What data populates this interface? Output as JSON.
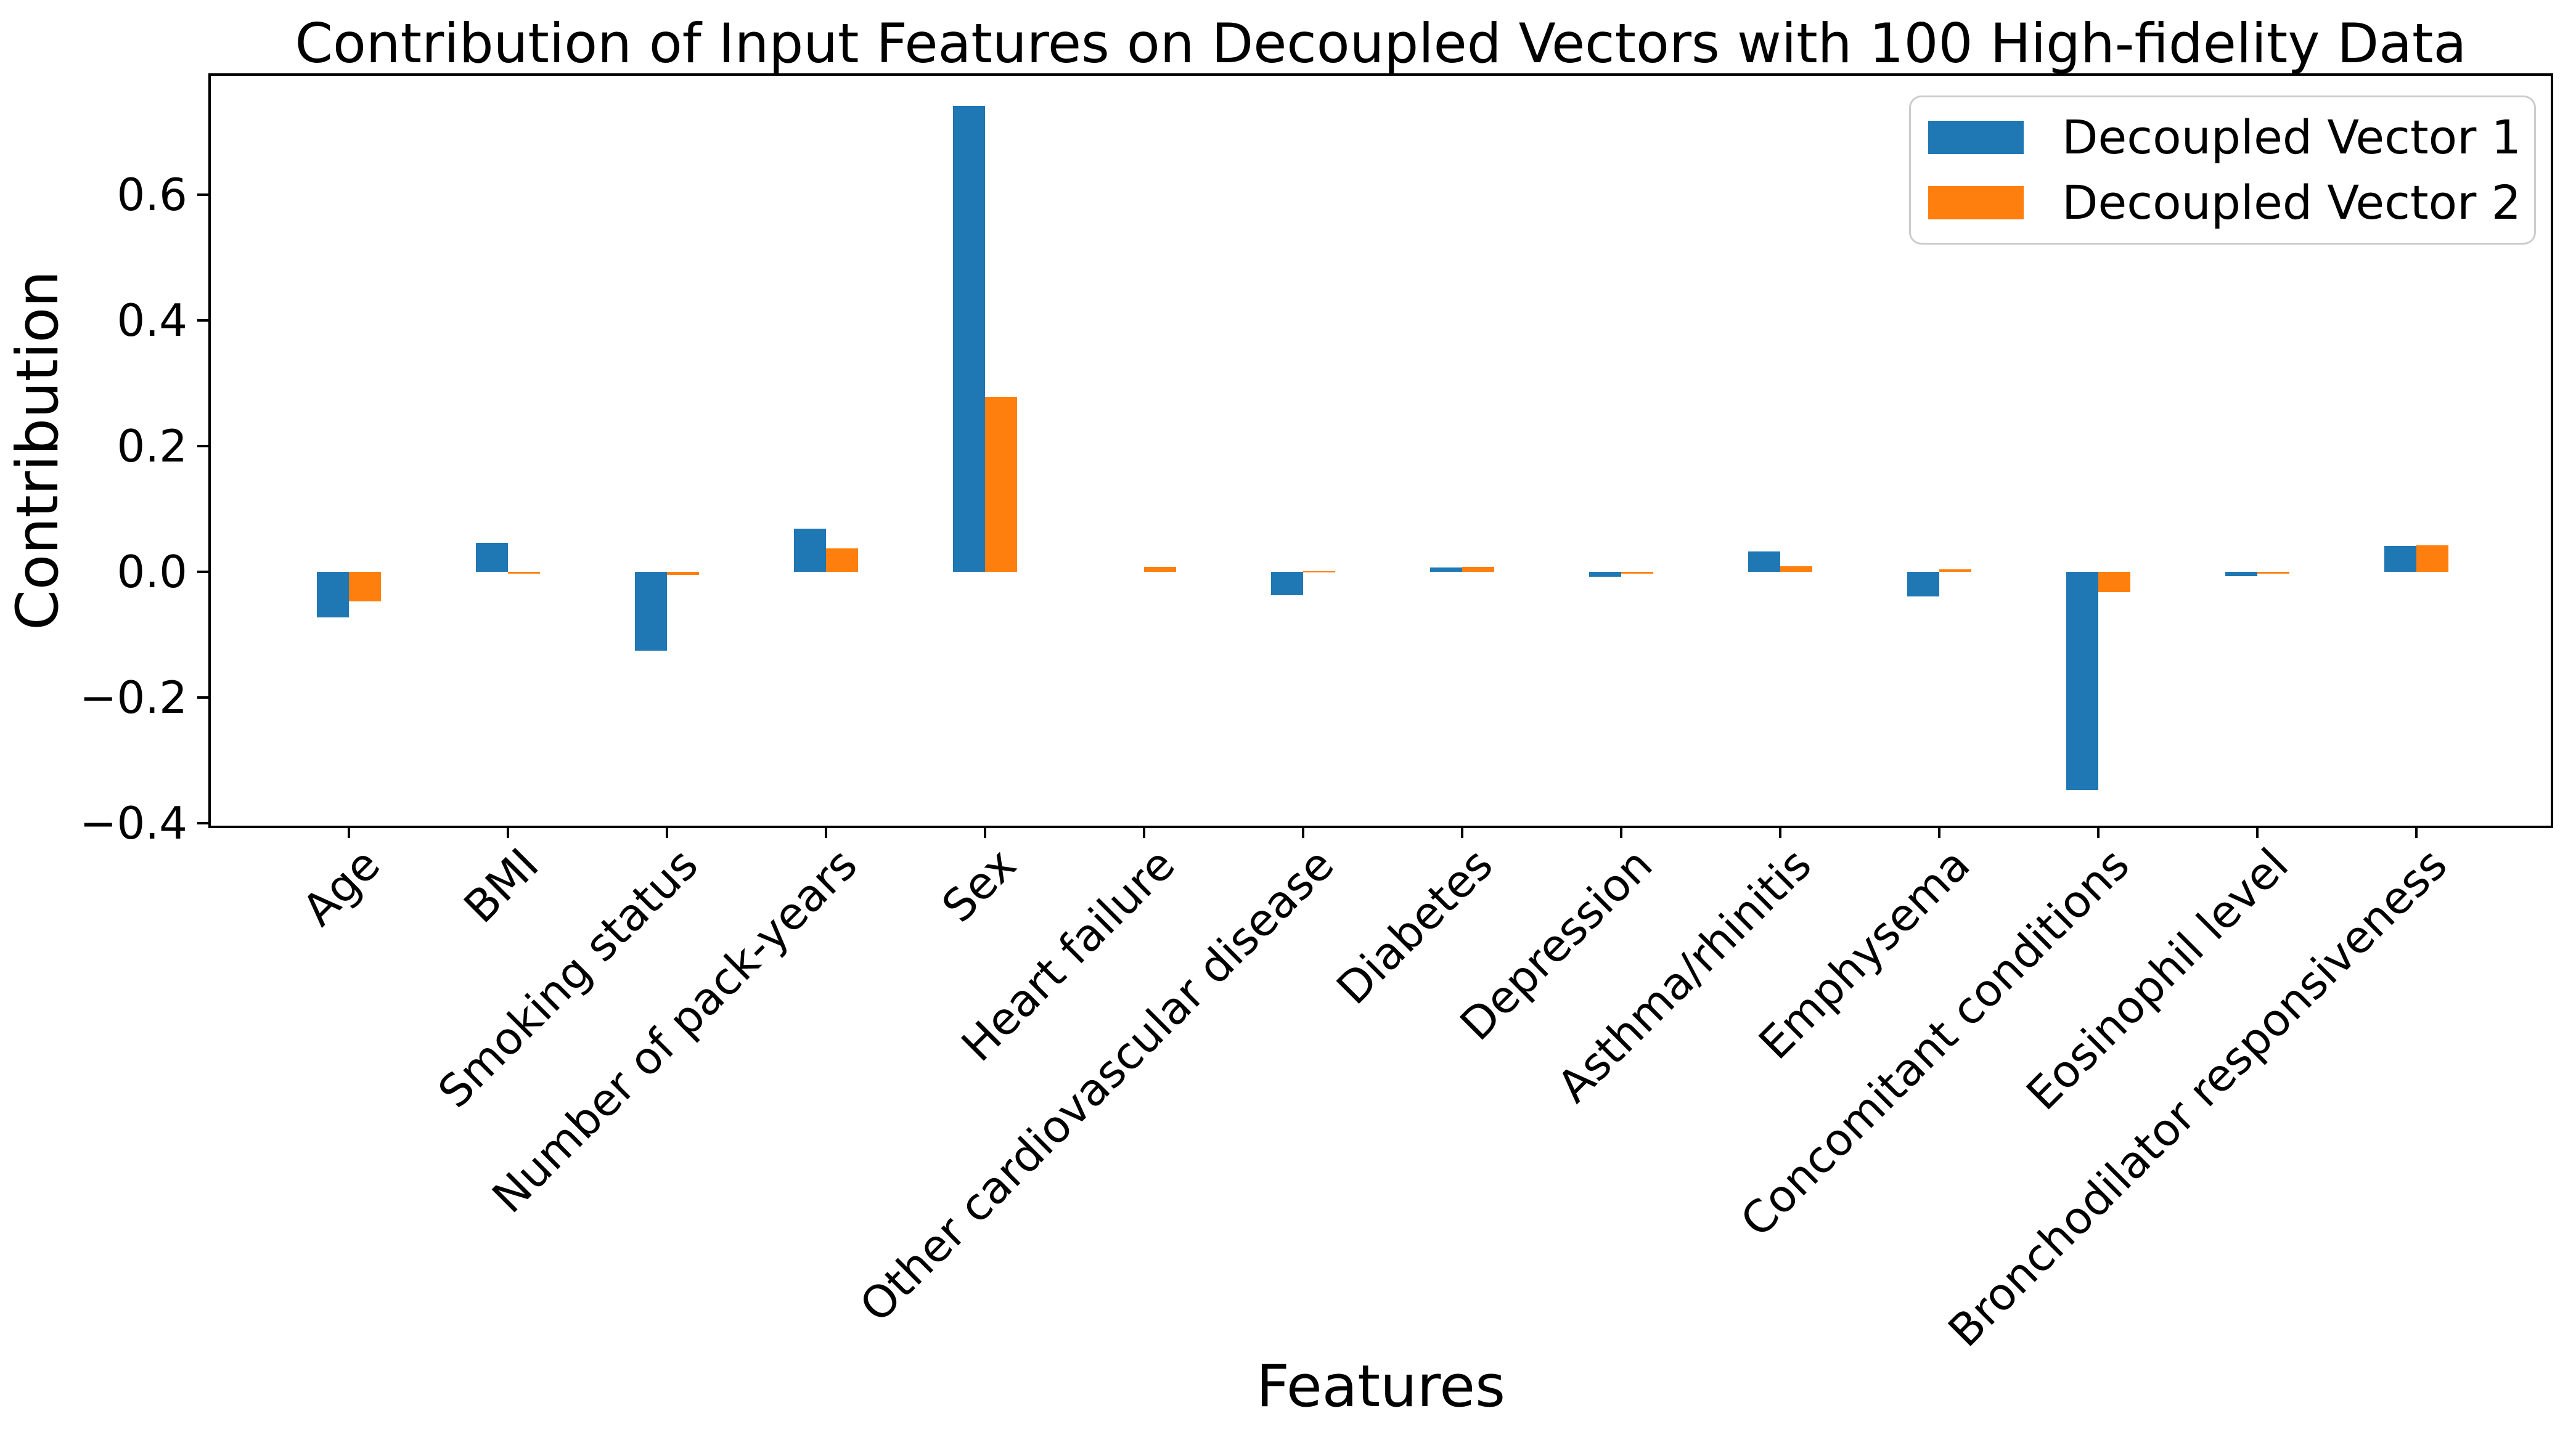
{
  "legend": {
    "entries": [
      {
        "label": "Decoupled Vector 1",
        "color": "#1f77b4"
      },
      {
        "label": "Decoupled Vector 2",
        "color": "#ff7f0e"
      }
    ]
  },
  "chart_data": {
    "type": "bar",
    "title": "Contribution of Input Features on Decoupled Vectors with 100 High-fidelity Data",
    "xlabel": "Features",
    "ylabel": "Contribution",
    "grid": false,
    "legend_position": "upper right",
    "ylim": [
      -0.4,
      0.8
    ],
    "ytick_values": [
      0.6,
      0.4,
      0.2,
      0.0,
      -0.2,
      -0.4
    ],
    "ytick_labels": [
      "0.6",
      "0.4",
      "0.2",
      "0.0",
      "−0.2",
      "−0.4"
    ],
    "categories": [
      "Age",
      "BMI",
      "Smoking status",
      "Number of pack-years",
      "Sex",
      "Heart failure",
      "Other cardiovascular disease",
      "Diabetes",
      "Depression",
      "Asthma/rhinitis",
      "Emphysema",
      "Concomitant conditions",
      "Eosinophil level",
      "Bronchodilator responsiveness"
    ],
    "series": [
      {
        "name": "Decoupled Vector 1",
        "color": "#1f77b4",
        "values": [
          -0.073,
          0.046,
          -0.125,
          0.069,
          0.741,
          0.0,
          -0.037,
          0.007,
          -0.008,
          0.032,
          -0.039,
          -0.347,
          -0.007,
          0.041
        ]
      },
      {
        "name": "Decoupled Vector 2",
        "color": "#ff7f0e",
        "values": [
          -0.047,
          -0.003,
          -0.005,
          0.037,
          0.278,
          0.008,
          0.001,
          0.008,
          -0.003,
          0.009,
          0.004,
          -0.032,
          -0.003,
          0.042
        ]
      }
    ]
  }
}
